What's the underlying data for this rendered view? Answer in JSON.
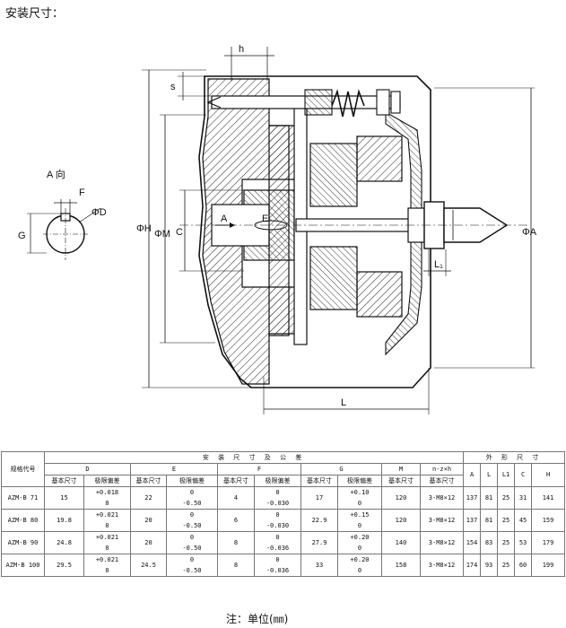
{
  "page": {
    "heading": "安装尺寸：",
    "note": "注：单位(㎜)"
  },
  "drawing": {
    "view_label": "A 向",
    "labels": {
      "h": "h",
      "s": "s",
      "F": "F",
      "G": "G",
      "phiD": "ΦD",
      "phiH": "ΦH",
      "phiM": "ΦM",
      "C": "C",
      "A_arrow": "A",
      "E": "E",
      "L1": "L₁",
      "L": "L",
      "phiA": "ΦA"
    }
  },
  "table": {
    "spec_header": "规格代号",
    "group_install": "安 装 尺 寸 及 公 差",
    "group_outer": "外 形 尺 寸",
    "cols": {
      "D": "D",
      "E": "E",
      "F": "F",
      "G": "G",
      "M": "M",
      "nzh": "n-z×h",
      "A": "A",
      "L": "L",
      "L1": "L1",
      "C": "C",
      "H": "H"
    },
    "basic": "基本尺寸",
    "tol": "极限偏差",
    "rows": [
      {
        "spec": "AZM-B 71",
        "D": "15",
        "D_up": "+0.018",
        "D_lo": "0",
        "E": "22",
        "E_up": "0",
        "E_lo": "-0.50",
        "F": "4",
        "F_up": "0",
        "F_lo": "-0.030",
        "G": "17",
        "G_up": "+0.10",
        "G_lo": "0",
        "M": "120",
        "nzh": "3-M8×12",
        "A": "137",
        "L": "81",
        "L1": "25",
        "C": "31",
        "H": "141"
      },
      {
        "spec": "AZM-B 80",
        "D": "19.8",
        "D_up": "+0.021",
        "D_lo": "0",
        "E": "20",
        "E_up": "0",
        "E_lo": "-0.50",
        "F": "6",
        "F_up": "0",
        "F_lo": "-0.030",
        "G": "22.9",
        "G_up": "+0.15",
        "G_lo": "0",
        "M": "120",
        "nzh": "3-M8×12",
        "A": "137",
        "L": "81",
        "L1": "25",
        "C": "45",
        "H": "159"
      },
      {
        "spec": "AZM-B 90",
        "D": "24.8",
        "D_up": "+0.021",
        "D_lo": "0",
        "E": "20",
        "E_up": "0",
        "E_lo": "-0.50",
        "F": "8",
        "F_up": "0",
        "F_lo": "-0.036",
        "G": "27.9",
        "G_up": "+0.20",
        "G_lo": "0",
        "M": "140",
        "nzh": "3-M8×12",
        "A": "154",
        "L": "83",
        "L1": "25",
        "C": "53",
        "H": "179"
      },
      {
        "spec": "AZM-B 100",
        "D": "29.5",
        "D_up": "+0.021",
        "D_lo": "0",
        "E": "24.5",
        "E_up": "0",
        "E_lo": "-0.50",
        "F": "8",
        "F_up": "0",
        "F_lo": "-0.036",
        "G": "33",
        "G_up": "+0.20",
        "G_lo": "0",
        "M": "158",
        "nzh": "3-M8×12",
        "A": "174",
        "L": "93",
        "L1": "25",
        "C": "60",
        "H": "199"
      }
    ]
  }
}
